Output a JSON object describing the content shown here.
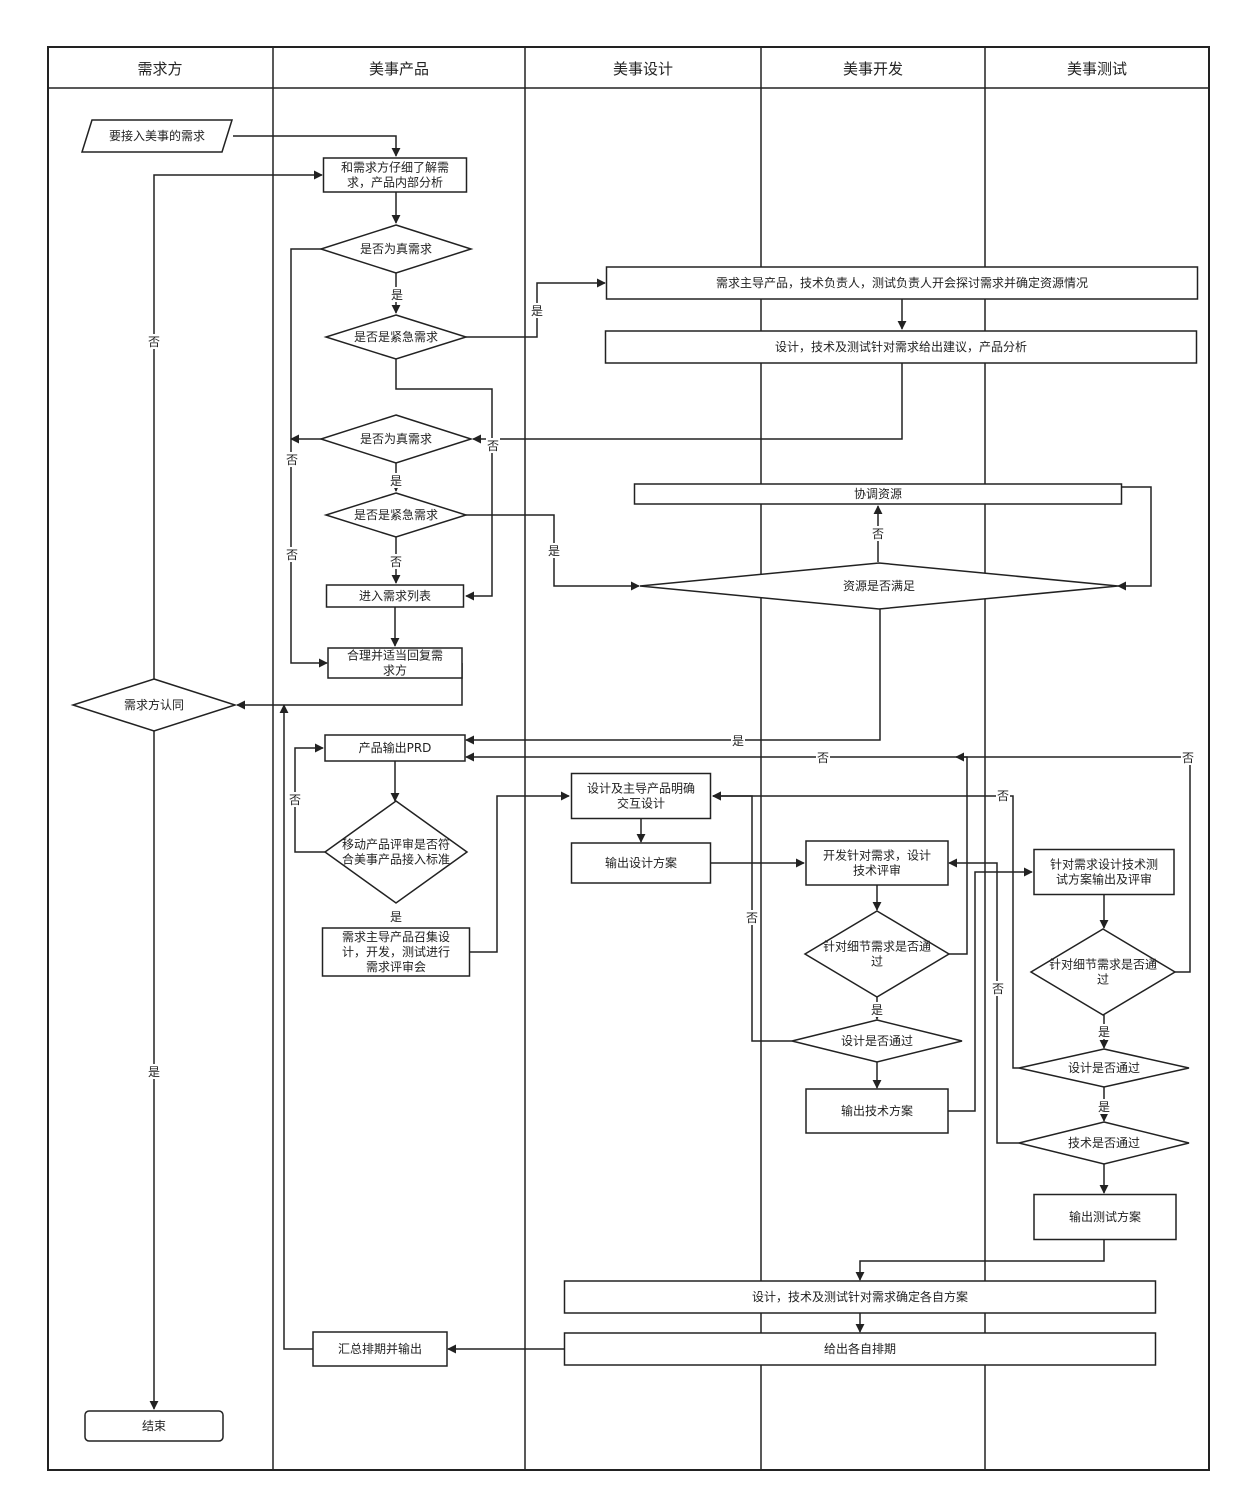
{
  "lanes": [
    "需求方",
    "美事产品",
    "美事设计",
    "美事开发",
    "美事测试"
  ],
  "nodes": {
    "n_request": [
      "要接入美事的需求"
    ],
    "n_understand": [
      "和需求方仔细了解需",
      "求，产品内部分析"
    ],
    "n_real1": [
      "是否为真需求"
    ],
    "n_urgent1": [
      "是否是紧急需求"
    ],
    "n_meeting": [
      "需求主导产品，技术负责人，测试负责人开会探讨需求并确定资源情况"
    ],
    "n_advice": [
      "设计，技术及测试针对需求给出建议，产品分析"
    ],
    "n_real2": [
      "是否为真需求"
    ],
    "n_coord": [
      "协调资源"
    ],
    "n_urgent2": [
      "是否是紧急需求"
    ],
    "n_resource": [
      "资源是否满足"
    ],
    "n_backlog": [
      "进入需求列表"
    ],
    "n_reply": [
      "合理并适当回复需",
      "求方"
    ],
    "n_agree": [
      "需求方认同"
    ],
    "n_prd": [
      "产品输出PRD"
    ],
    "n_standard": [
      "移动产品评审是否符",
      "合美事产品接入标准"
    ],
    "n_review": [
      "需求主导产品召集设",
      "计，开发，测试进行",
      "需求评审会"
    ],
    "n_ixd": [
      "设计及主导产品明确",
      "交互设计"
    ],
    "n_design_out": [
      "输出设计方案"
    ],
    "n_dev_review": [
      "开发针对需求，设计",
      "技术评审"
    ],
    "n_dev_detail": [
      "针对细节需求是否通",
      "过"
    ],
    "n_dev_design_ok": [
      "设计是否通过"
    ],
    "n_tech_out": [
      "输出技术方案"
    ],
    "n_test_review": [
      "针对需求设计技术测",
      "试方案输出及评审"
    ],
    "n_test_detail": [
      "针对细节需求是否通",
      "过"
    ],
    "n_test_design_ok": [
      "设计是否通过"
    ],
    "n_test_tech_ok": [
      "技术是否通过"
    ],
    "n_test_out": [
      "输出测试方案"
    ],
    "n_plans": [
      "设计，技术及测试针对需求确定各自方案"
    ],
    "n_schedule": [
      "给出各自排期"
    ],
    "n_summary": [
      "汇总排期并输出"
    ],
    "n_end": [
      "结束"
    ]
  },
  "edge_labels": {
    "yes": "是",
    "no": "否"
  }
}
